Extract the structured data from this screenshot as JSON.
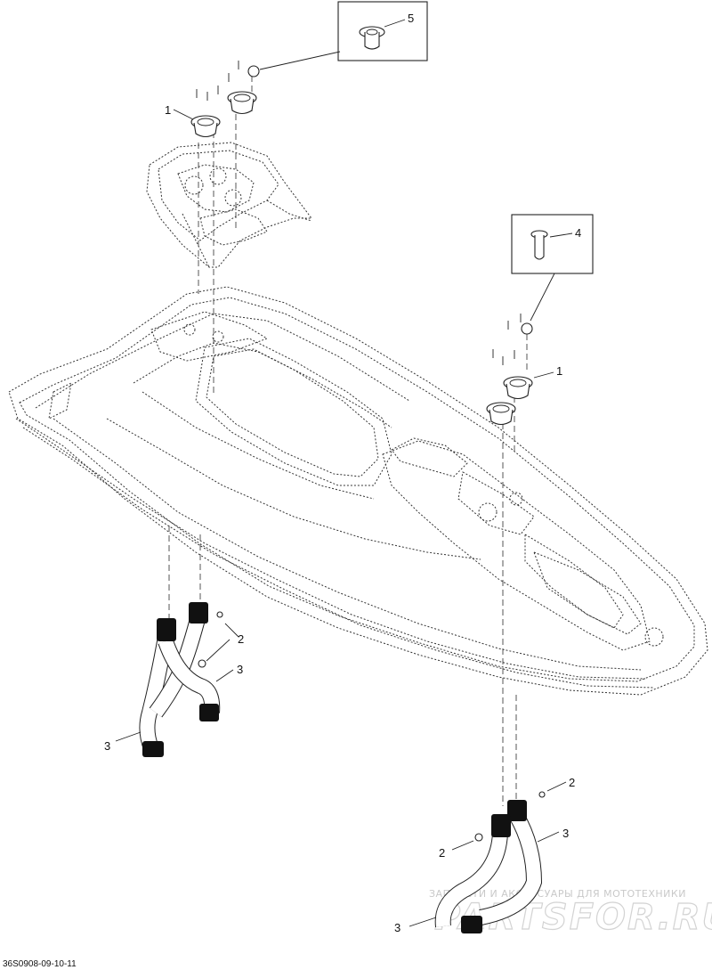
{
  "callouts": {
    "c5": "5",
    "c4": "4",
    "c1_top": "1",
    "c1_right": "1",
    "c2_left": "2",
    "c3_left_upper": "3",
    "c3_left_lower": "3",
    "c2_right_upper": "2",
    "c2_right_lower": "2",
    "c3_right_upper": "3",
    "c3_right_lower": "3"
  },
  "drawing_code": "36S0908-09-10-11",
  "watermark": {
    "tagline": "ЗАПЧАСТИ И АКСЕССУАРЫ ДЛЯ МОТОТЕХНИКИ",
    "brand": "PARTSFOR.RU"
  }
}
